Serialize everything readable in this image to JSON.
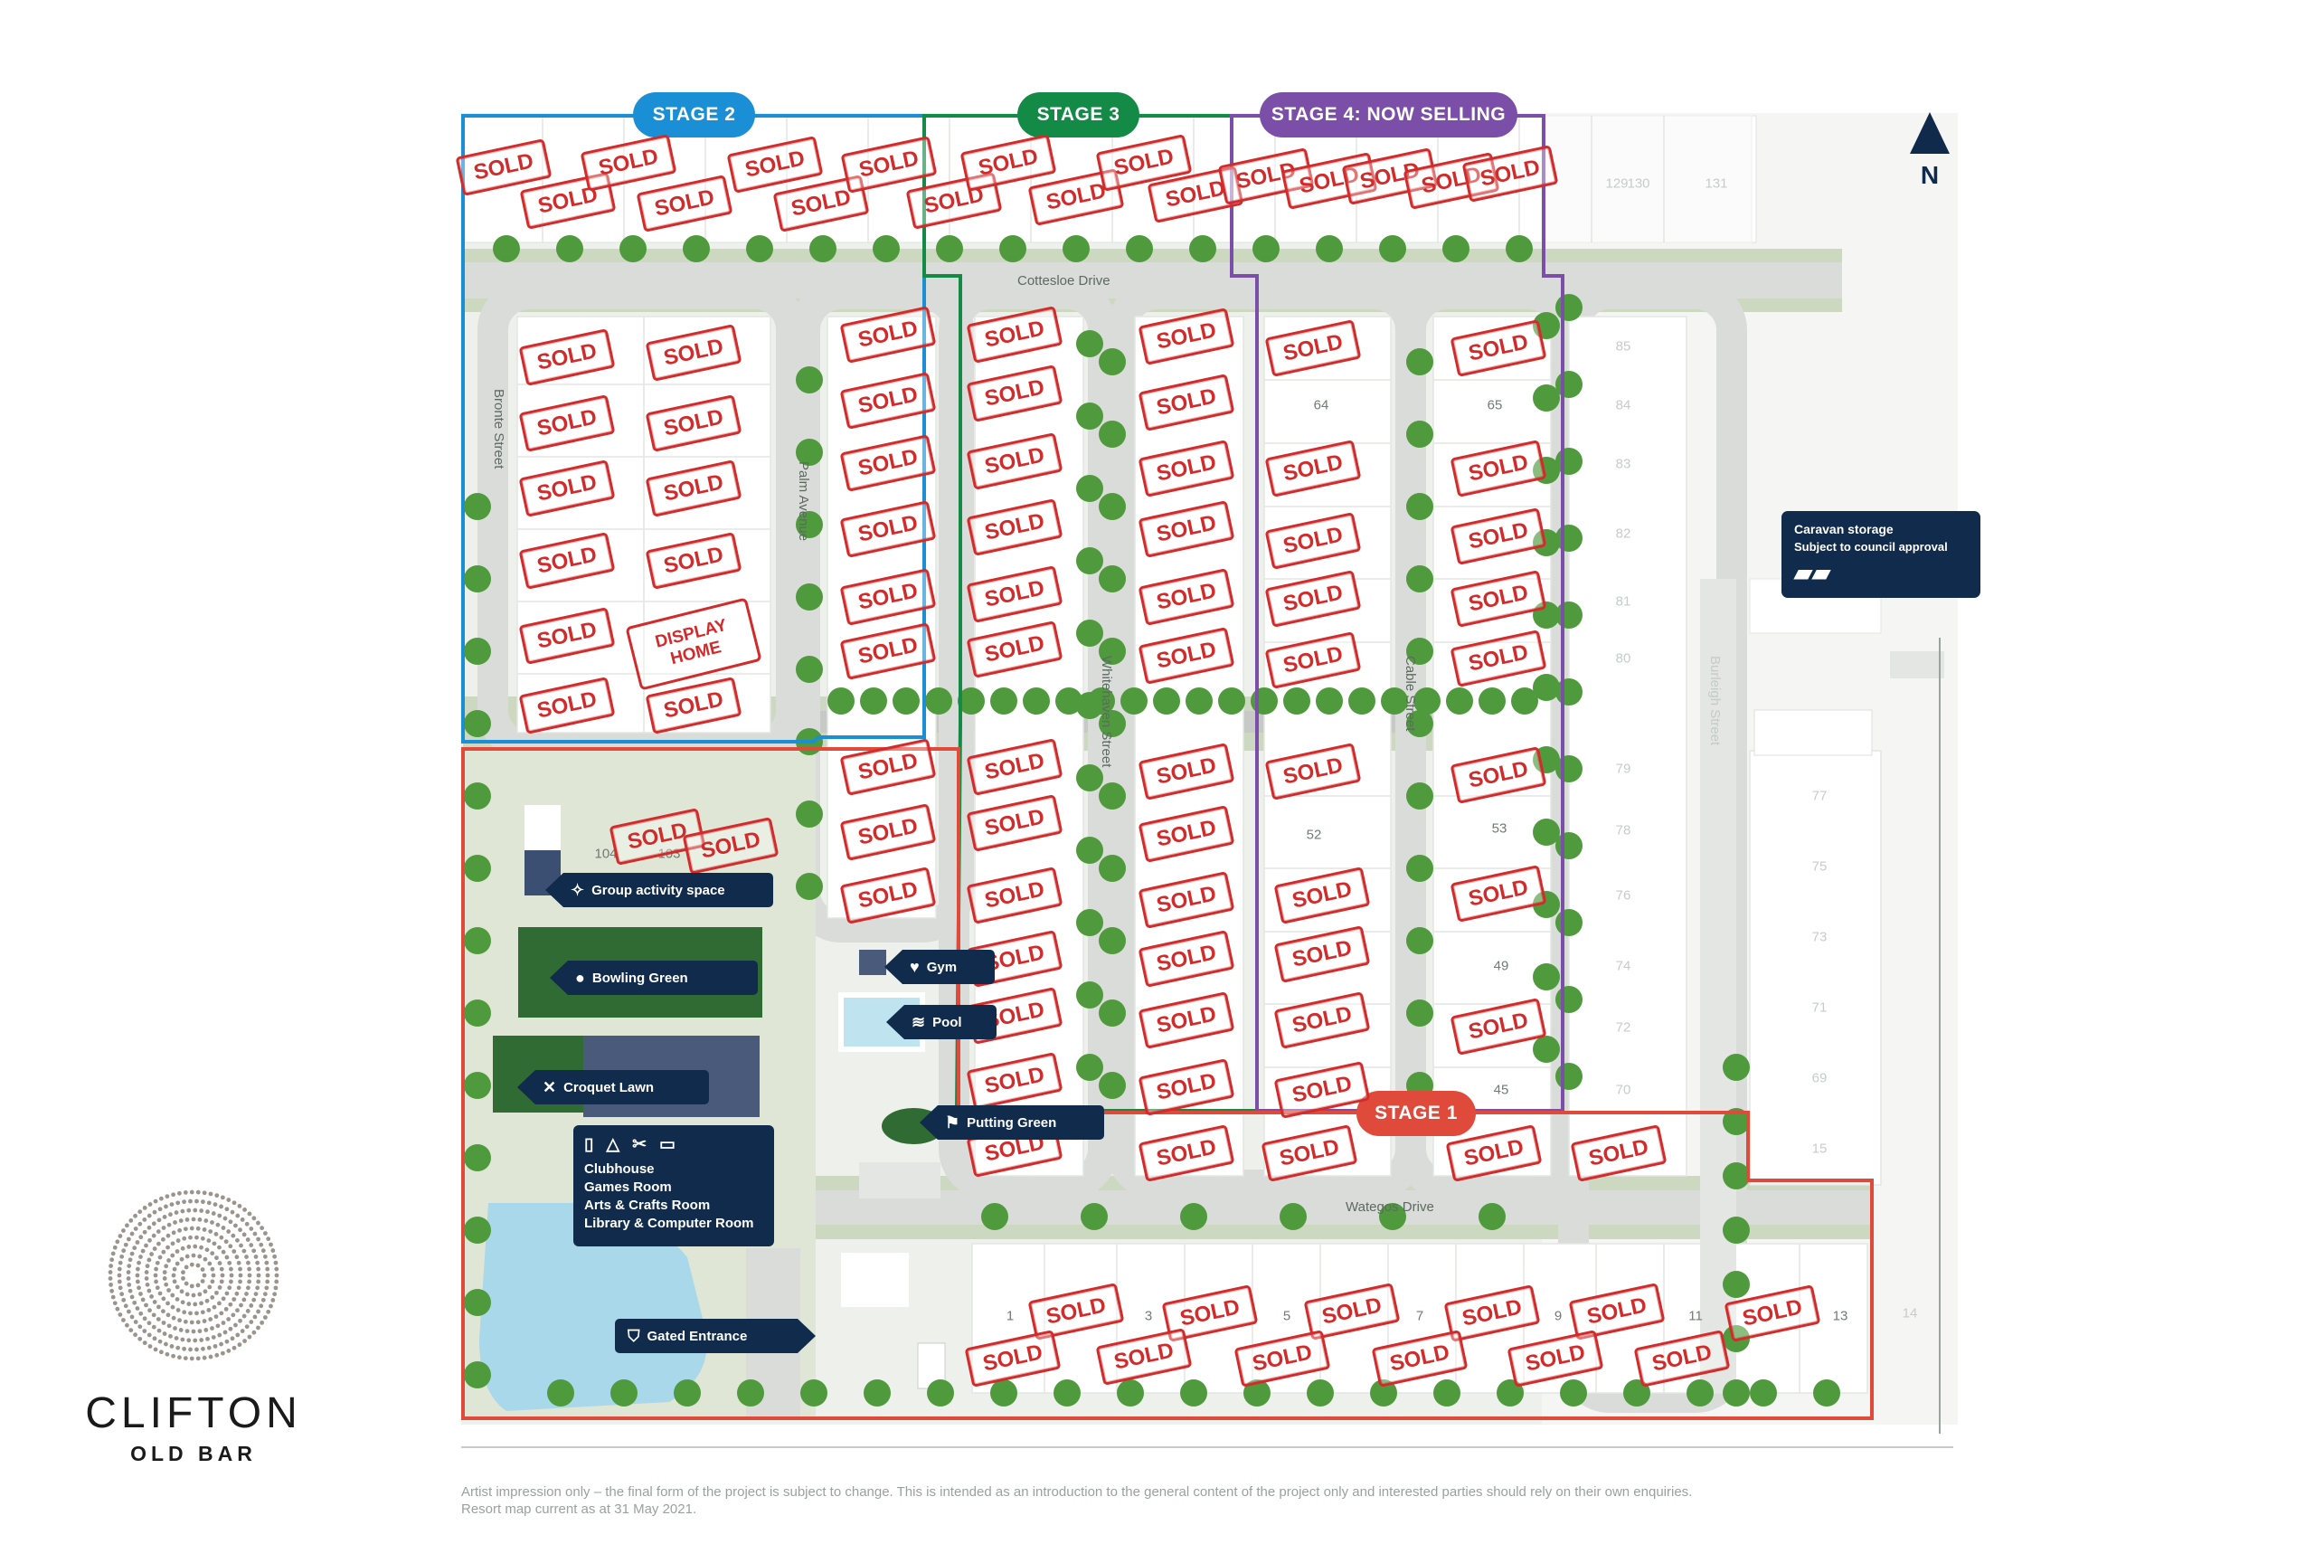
{
  "stages": [
    {
      "label": "STAGE 2",
      "color": "#1a8fd6"
    },
    {
      "label": "STAGE 3",
      "color": "#148a47"
    },
    {
      "label": "STAGE 4: NOW SELLING",
      "color": "#7b4fa8"
    },
    {
      "label": "STAGE 1",
      "color": "#e04a3a"
    }
  ],
  "streets": {
    "cottesloe": "Cottesloe Drive",
    "bronte": "Bronte Street",
    "palm": "Palm Avenue",
    "whitehaven": "Whitehaven Street",
    "cable": "Cable Street",
    "burleigh": "Burleigh Street",
    "wategos": "Wategos Drive"
  },
  "lots": {
    "l64": "64",
    "l65": "65",
    "l52": "52",
    "l53": "53",
    "l49": "49",
    "l45": "45",
    "l104": "104",
    "l103": "103",
    "l1": "1",
    "l3": "3",
    "l5": "5",
    "l7": "7",
    "l9": "9",
    "l11": "11",
    "l13": "13",
    "l14": "14",
    "l129": "129",
    "l130": "130",
    "l131": "131",
    "l85": "85",
    "l84": "84",
    "l83": "83",
    "l82": "82",
    "l81": "81",
    "l80": "80",
    "l79": "79",
    "l78": "78",
    "l76": "76",
    "l74": "74",
    "l72": "72",
    "l70": "70",
    "l77": "77",
    "l75": "75",
    "l73": "73",
    "l71": "71",
    "l69": "69",
    "l15": "15"
  },
  "sold_text": "SOLD",
  "display_home": {
    "line1": "DISPLAY",
    "line2": "HOME"
  },
  "amenities": {
    "group_activity": "Group activity space",
    "bowling": "Bowling Green",
    "croquet": "Croquet Lawn",
    "gym": "Gym",
    "pool": "Pool",
    "putting": "Putting Green",
    "gated": "Gated Entrance"
  },
  "clubhouse": {
    "lines": [
      "Clubhouse",
      "Games Room",
      "Arts & Crafts Room",
      "Library & Computer Room"
    ]
  },
  "caravan": {
    "title": "Caravan storage",
    "subtitle": "Subject to council approval"
  },
  "north_label": "N",
  "logo": {
    "name": "CLIFTON",
    "sub": "OLD BAR"
  },
  "disclaimer": {
    "line1": "Artist impression only – the final form of the project is subject to change. This is intended as an introduction to the general content of the project only and interested parties should rely on their own enquiries.",
    "line2": "Resort map current as at 31 May 2021."
  },
  "colors": {
    "road": "#d9dcd8",
    "verge": "#cdd8c0",
    "lot": "#ffffff",
    "tree": "#4f9a3c",
    "water": "#a9d8ea",
    "green": "#2f6b32",
    "navy": "#102b4c",
    "sold": "#d22b2b"
  }
}
